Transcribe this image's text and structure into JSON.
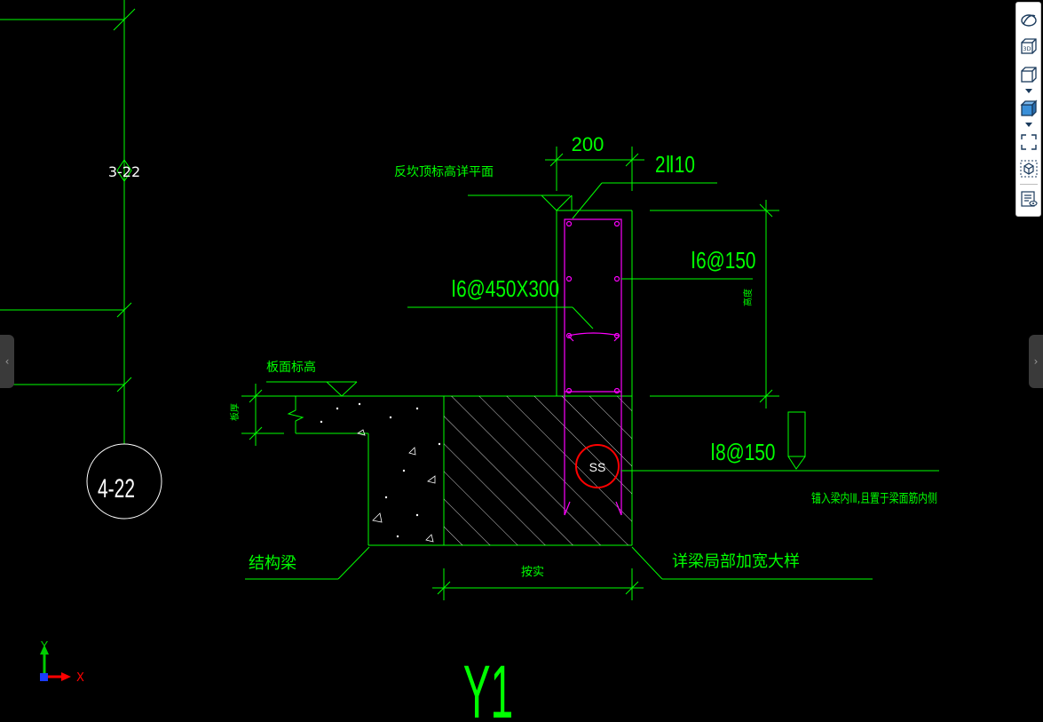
{
  "drawing": {
    "title": "Y1",
    "grid_label_top": "3-22",
    "grid_bubble": "4-22",
    "labels": {
      "top_elevation": "反坎顶标高详平面",
      "dim_width": "200",
      "rebar_top": "2Ⅱ10",
      "stirrup": "Ⅰ6@150",
      "tie": "Ⅰ6@450X300",
      "slab_elevation": "板面标高",
      "slab_thk": "板厚",
      "bottom_rebar": "Ⅰ8@150",
      "anchor_note": "锚入梁内lⅡ,且置于梁面筋内侧",
      "beam": "结构梁",
      "beam_detail": "详梁局部加宽大样",
      "width_as_built": "按实",
      "height_label": "高度",
      "circle_mark": "SS"
    }
  },
  "axis": {
    "y_label": "Y",
    "x_label": "X"
  },
  "toolbar": {
    "items": [
      {
        "name": "orbit-icon"
      },
      {
        "name": "3d-view-icon",
        "text": "3D"
      },
      {
        "name": "cube-outline-icon"
      },
      {
        "name": "cube-solid-icon"
      },
      {
        "name": "fit-extents-icon"
      },
      {
        "name": "view-cube-icon"
      },
      {
        "name": "properties-icon"
      }
    ]
  },
  "handles": {
    "left": "‹",
    "right": "›"
  },
  "colors": {
    "background": "#000000",
    "line": "#00ff00",
    "rebar": "#ff00ff",
    "mark": "#ff0000",
    "text_white": "#ffffff",
    "toolbar_icon": "#1a3a5c"
  }
}
